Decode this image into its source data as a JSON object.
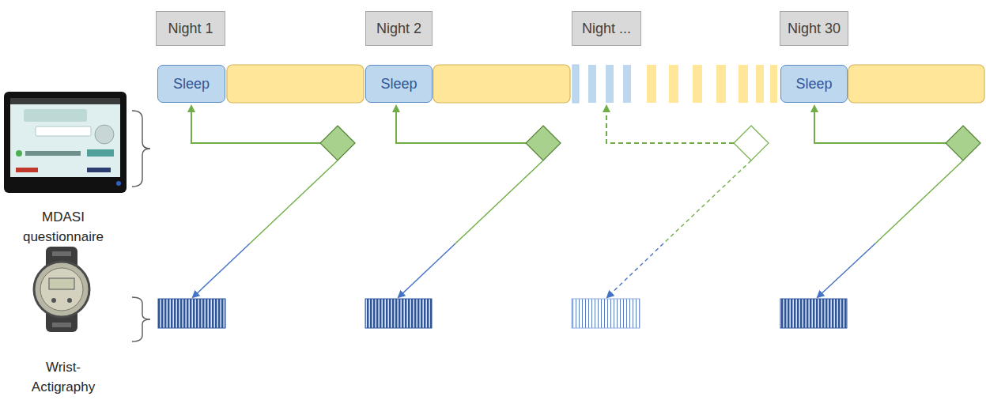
{
  "diagram": {
    "nodes": [
      {
        "text": [
          "Night 1"
        ]
      },
      {
        "text": [
          "Night 2"
        ]
      },
      {
        "text": [
          "Night ..."
        ]
      },
      {
        "text": [
          "Night 30"
        ]
      },
      {
        "text": [
          "Sleep"
        ]
      },
      {
        "text": [
          "Sleep"
        ]
      },
      {
        "text": [
          "Sleep"
        ]
      }
    ],
    "labels": [
      "MDASI questionnaire",
      "Wrist-Actigraphy"
    ]
  }
}
